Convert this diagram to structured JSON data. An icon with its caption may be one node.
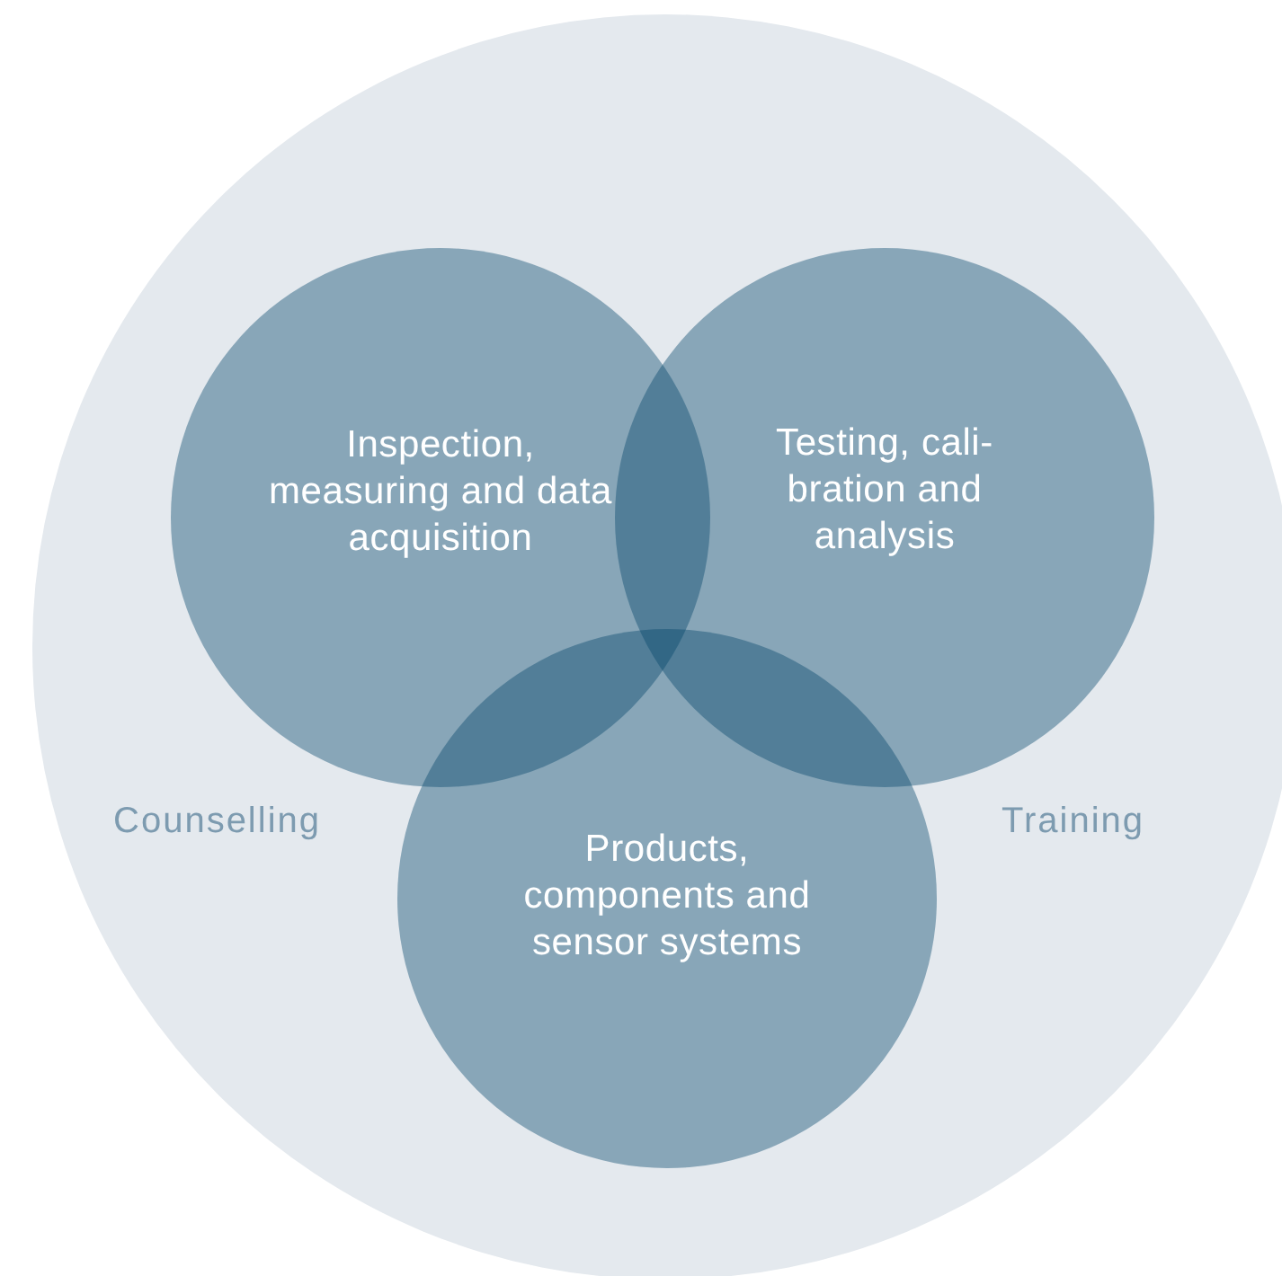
{
  "diagram": {
    "nodes": [
      {
        "text": [
          "Counselling",
          "Training"
        ]
      },
      {
        "text": [
          "Inspection, measuring and data acquisition"
        ],
        "in": 0
      },
      {
        "text": [
          "Testing, cali- bration and analysis"
        ],
        "in": 0
      },
      {
        "text": [
          "Products, components and sensor systems"
        ],
        "in": 0
      }
    ]
  }
}
